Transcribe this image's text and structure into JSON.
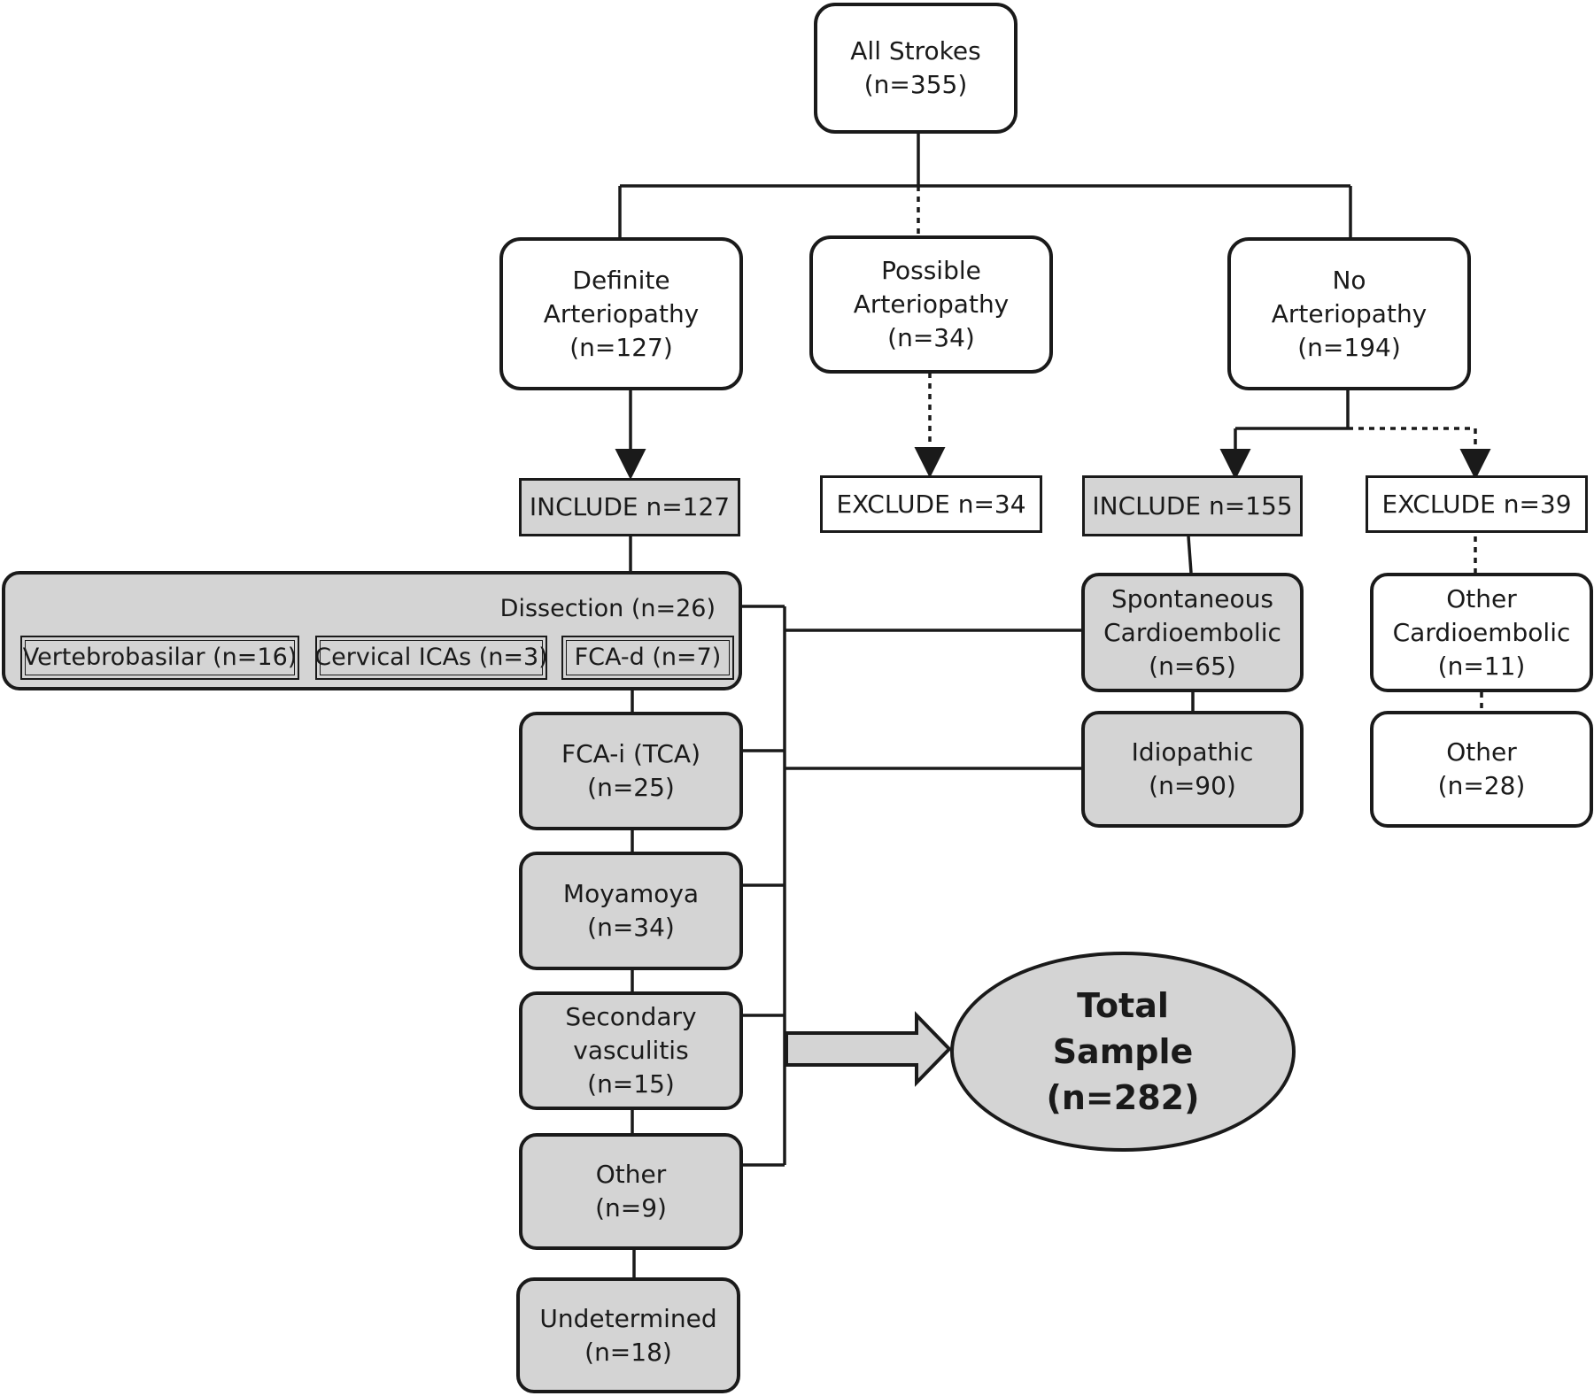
{
  "top": {
    "label": "All Strokes",
    "count": "(n=355)"
  },
  "level1": {
    "definite": {
      "line1": "Definite",
      "line2": "Arteriopathy",
      "count": "(n=127)"
    },
    "possible": {
      "line1": "Possible",
      "line2": "Arteriopathy",
      "count": "(n=34)"
    },
    "none": {
      "line1": "No",
      "line2": "Arteriopathy",
      "count": "(n=194)"
    }
  },
  "level2": {
    "include_definite": "INCLUDE n=127",
    "exclude_possible": "EXCLUDE n=34",
    "include_none": "INCLUDE n=155",
    "exclude_none": "EXCLUDE n=39"
  },
  "definite_subtypes": {
    "dissection": {
      "title": "Dissection (n=26)",
      "vertebrobasilar": "Vertebrobasilar (n=16)",
      "cervical": "Cervical ICAs (n=3)",
      "fca_d": "FCA-d (n=7)"
    },
    "fca_i": {
      "line1": "FCA-i (TCA)",
      "count": "(n=25)"
    },
    "moyamoya": {
      "line1": "Moyamoya",
      "count": "(n=34)"
    },
    "secondary": {
      "line1": "Secondary",
      "line2": "vasculitis",
      "count": "(n=15)"
    },
    "other": {
      "line1": "Other",
      "count": "(n=9)"
    },
    "undetermined": {
      "line1": "Undetermined",
      "count": "(n=18)"
    }
  },
  "no_arteriopathy_included": {
    "spontaneous": {
      "line1": "Spontaneous",
      "line2": "Cardioembolic",
      "count": "(n=65)"
    },
    "idiopathic": {
      "line1": "Idiopathic",
      "count": "(n=90)"
    }
  },
  "no_arteriopathy_excluded": {
    "other_cardioembolic": {
      "line1": "Other",
      "line2": "Cardioembolic",
      "count": "(n=11)"
    },
    "other": {
      "line1": "Other",
      "count": "(n=28)"
    }
  },
  "total": {
    "line1": "Total",
    "line2": "Sample",
    "count": "(n=282)"
  }
}
